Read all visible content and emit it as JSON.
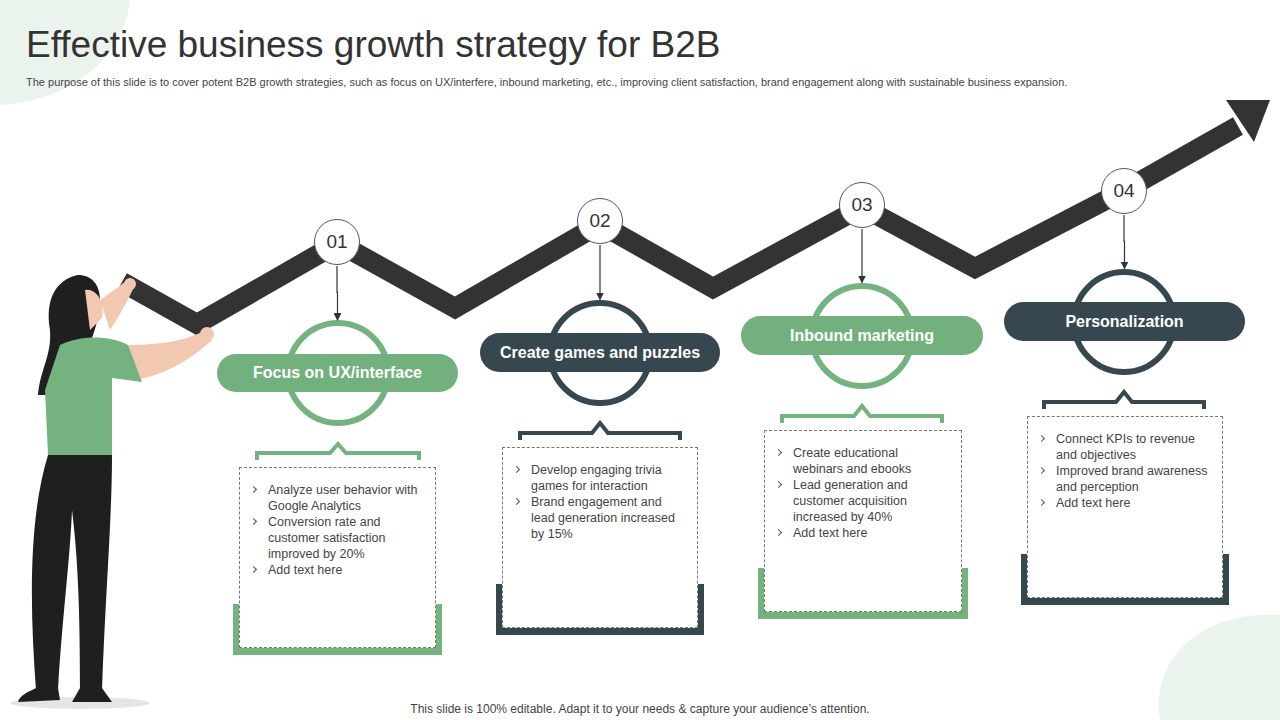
{
  "diagram": {
    "title": "Effective business growth strategy for B2B",
    "caption": "The purpose of this slide is to cover  potent B2B growth strategies, such as focus on UX/interfere, inbound marketing, etc., improving client satisfaction, brand engagement along with sustainable business expansion.",
    "nodes": [
      {
        "text": [
          "01"
        ]
      },
      {
        "text": [
          "Focus on UX/interface"
        ]
      },
      {
        "text": [
          "Analyze user behavior with Google Analytics",
          "Conversion  rate and customer satisfaction improved  by 20%",
          "Add text here"
        ]
      },
      {
        "text": [
          "02"
        ]
      },
      {
        "text": [
          "Create games and puzzles"
        ]
      },
      {
        "text": [
          "Develop engaging trivia games for interaction",
          "Brand engagement and lead generation increased by 15%"
        ]
      },
      {
        "text": [
          "03"
        ]
      },
      {
        "text": [
          "Inbound marketing"
        ]
      },
      {
        "text": [
          "Create educational webinars and ebooks",
          "Lead generation and customer acquisition increased by 40%",
          "Add text here"
        ]
      },
      {
        "text": [
          "04"
        ]
      },
      {
        "text": [
          "Personalization"
        ]
      },
      {
        "text": [
          "Connect KPIs to revenue and objectives",
          "Improved brand awareness and perception",
          "Add text here"
        ]
      }
    ],
    "edges": [
      {
        "from": 0,
        "to": 1,
        "arrow": "to"
      },
      {
        "from": 3,
        "to": 4,
        "arrow": "to"
      },
      {
        "from": 6,
        "to": 7,
        "arrow": "to"
      },
      {
        "from": 9,
        "to": 10,
        "arrow": "to"
      }
    ],
    "labels": [
      "This slide is 100% editable. Adapt it to your needs & capture your audience’s attention."
    ]
  }
}
